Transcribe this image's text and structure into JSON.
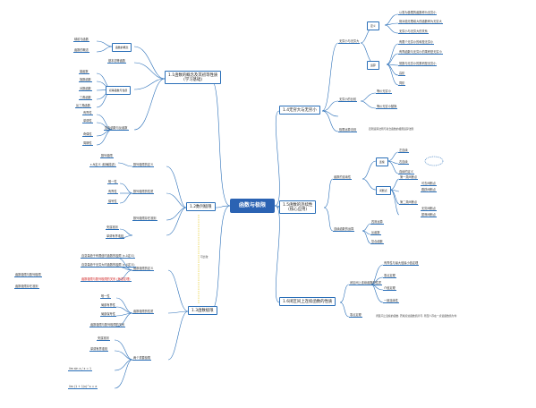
{
  "root": "函数与极限",
  "branches": {
    "b1": {
      "title": "1.1函数的概念及其初等性质",
      "subtitle": "(学习基础)"
    },
    "b2": {
      "title": "1.2数列极限"
    },
    "b3": {
      "title": "1.3函数极限"
    },
    "b4": {
      "title": "1.4无穷大与无穷小"
    },
    "b5": {
      "title": "1.5函数的连续性",
      "subtitle": "(核心应用)"
    },
    "b6": {
      "title": "1.6闭区间上连续函数的性质"
    }
  },
  "b1": {
    "g1": "函数的概念",
    "g1_items": [
      "映射与函数",
      "函数的概念"
    ],
    "g2": "基本初等函数",
    "g2_items": [
      "幂函数",
      "指数函数",
      "对数函数",
      "三角函数",
      "反三角函数"
    ],
    "g3": "初等函数与性质",
    "g3_items": [
      "有界性",
      "单调性",
      "奇偶性",
      "周期性"
    ],
    "g4": "复合函数与反函数"
  },
  "b2": {
    "items": [
      "数列极限的定义",
      "数列极限的性质",
      "唯一性",
      "有界性",
      "保号性",
      "数列极限存在准则",
      "夹逼准则",
      "单调有界准则"
    ],
    "left": [
      "数列极限",
      "ε-N定义 (精确描述)"
    ]
  },
  "b3": {
    "items": [
      "函数极限的定义",
      "自变量趋于有限值时函数的极限 (ε-δ定义)",
      "自变量趋于无穷大时函数的极限 (ε-X定义)",
      "函数极限的性质",
      "唯一性",
      "局部有界性",
      "局部保号性",
      "函数极限与数列极限的关系",
      "两个重要极限",
      "夹逼准则",
      "单调有界准则"
    ],
    "note_red": "函数极限与数列极限的关系 (海涅定理)",
    "left": [
      "函数极限与数列极限",
      "函数极限存在准则",
      "lim sin x / x = 1",
      "lim (1 + 1/x)^x = e"
    ],
    "relation": "可比较"
  },
  "b4": {
    "g1": "无穷小与无穷大",
    "g1_a": "定义",
    "g1_a_items": [
      "以零为极限的函数称为无穷小",
      "绝对值无限增大的函数称为无穷大",
      "无穷小与无穷大的关系"
    ],
    "g1_b": "运算",
    "g1_b_items": [
      "有限个无穷小的和是无穷小",
      "有界函数与无穷小的乘积是无穷小",
      "常数与无穷小的乘积是无穷小"
    ],
    "g2": "无穷小的比较",
    "g2_items": [
      "高阶",
      "同阶",
      "等价无穷小"
    ],
    "g3": "等价无穷小替换",
    "g4": "极限运算法则",
    "g4_note": "四则运算法则与复合函数的极限运算法则"
  },
  "b5": {
    "g1": "函数的连续性",
    "g1_a": "连续",
    "g1_a_items": [
      "左连续",
      "右连续",
      "连续的定义"
    ],
    "g1_b": "间断点",
    "g1_b_items": [
      "第一类间断点",
      "可去间断点",
      "跳跃间断点",
      "第二类间断点",
      "无穷间断点",
      "振荡间断点"
    ],
    "g2": "连续函数的运算",
    "g2_items": [
      "四则运算",
      "反函数",
      "复合函数"
    ]
  },
  "b6": {
    "g1": "闭区间上连续函数的性质",
    "g1_items": [
      "有界性与最大值最小值定理",
      "零点定理",
      "介值定理",
      "一致连续性"
    ],
    "g2": "零点定理",
    "g2_note": "闭区间上连续的函数, 若端点处函数值异号, 则至少存在一点使函数值为零"
  }
}
